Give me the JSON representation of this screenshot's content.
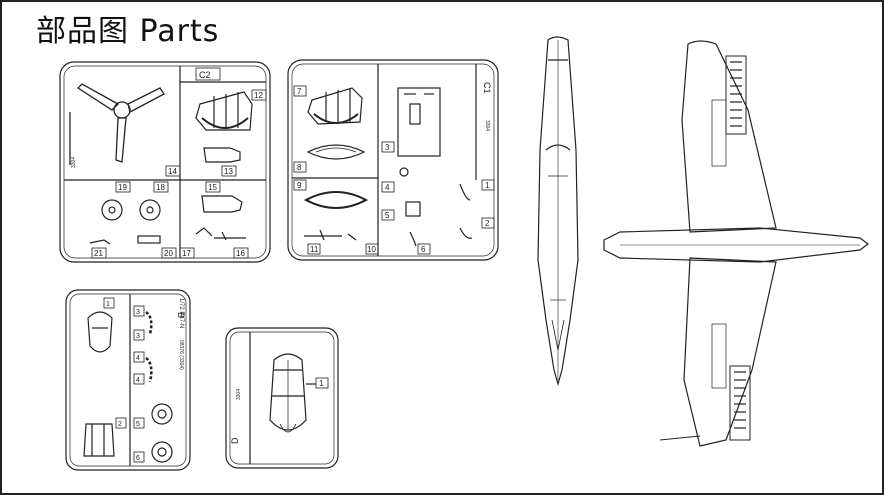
{
  "title": "部品图 Parts",
  "sprues": {
    "c2": {
      "label": "C2",
      "code": "3304",
      "part_numbers": [
        "12",
        "13",
        "14",
        "15",
        "16",
        "17",
        "18",
        "19",
        "20",
        "21"
      ]
    },
    "c1": {
      "label": "C1",
      "code": "3304",
      "part_numbers": [
        "1",
        "2",
        "3",
        "4",
        "5",
        "6",
        "7",
        "8",
        "9",
        "10",
        "11"
      ]
    },
    "b": {
      "label": "B",
      "text_scale": "1/72 P47-N",
      "text_code": "08376 (3304)",
      "part_numbers": [
        "1",
        "2",
        "3",
        "4",
        "5",
        "6",
        "3",
        "4"
      ]
    },
    "d": {
      "label": "D",
      "code": "3304",
      "part_numbers": [
        "1"
      ]
    }
  }
}
